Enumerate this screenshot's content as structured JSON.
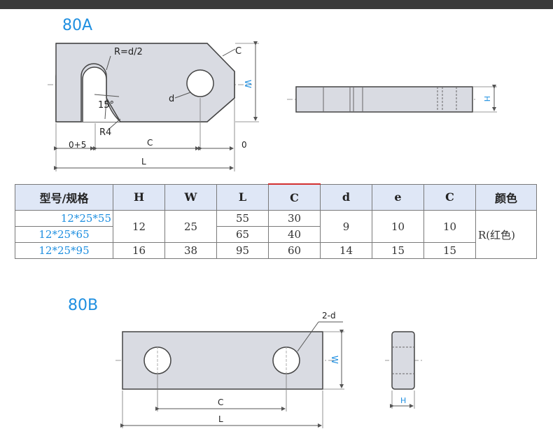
{
  "section_a": {
    "title": "80A",
    "labels": {
      "radius": "R=d/2",
      "chamfer": "C",
      "hole": "d",
      "angle": "15°",
      "corner_radius": "R4",
      "slot_offset": "0+5",
      "hole_dist": "C",
      "end_gap": "0",
      "length": "L",
      "width": "W",
      "height": "H"
    }
  },
  "table": {
    "headers": [
      "型号/规格",
      "H",
      "W",
      "L",
      "C",
      "d",
      "e",
      "C",
      "颜色"
    ],
    "rows": [
      {
        "model": "12*25*55",
        "H": "12",
        "W": "25",
        "L": "55",
        "C": "30",
        "d": "9",
        "e": "10",
        "C2": "10",
        "color": "R(红色)"
      },
      {
        "model": "12*25*65",
        "L": "65",
        "C": "40"
      },
      {
        "model": "12*25*95",
        "H": "16",
        "W": "38",
        "L": "95",
        "C": "60",
        "d": "14",
        "e": "15",
        "C2": "15"
      }
    ]
  },
  "section_b": {
    "title": "80B",
    "labels": {
      "holes": "2-d",
      "width": "W",
      "hole_dist": "C",
      "length": "L",
      "height": "H"
    }
  }
}
